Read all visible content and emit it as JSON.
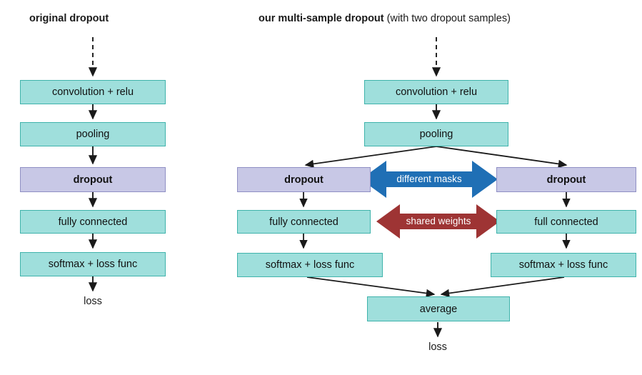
{
  "diagram": {
    "title": "Multi-sample dropout architecture comparison",
    "background_color": "#ffffff",
    "colors": {
      "teal_fill": "#9fdfdc",
      "teal_border": "#3fb3ab",
      "purple_fill": "#c8c8e6",
      "purple_border": "#8f8fc4",
      "blue_arrow": "#1f6fb5",
      "red_arrow": "#9e3434",
      "text": "#111111",
      "connector": "#1a1a1a"
    }
  },
  "left_panel": {
    "title": "original dropout",
    "nodes": [
      {
        "id": "l-conv",
        "label": "convolution + relu",
        "style": "teal"
      },
      {
        "id": "l-pool",
        "label": "pooling",
        "style": "teal"
      },
      {
        "id": "l-dropout",
        "label": "dropout",
        "style": "purple"
      },
      {
        "id": "l-fc",
        "label": "fully connected",
        "style": "teal"
      },
      {
        "id": "l-softmax",
        "label": "softmax + loss func",
        "style": "teal"
      }
    ],
    "output_label": "loss"
  },
  "right_panel": {
    "title_bold": "our multi-sample dropout",
    "title_regular": " (with two dropout samples)",
    "shared_nodes": [
      {
        "id": "r-conv",
        "label": "convolution + relu",
        "style": "teal"
      },
      {
        "id": "r-pool",
        "label": "pooling",
        "style": "teal"
      }
    ],
    "branch_left": [
      {
        "id": "rl-dropout",
        "label": "dropout",
        "style": "purple"
      },
      {
        "id": "rl-fc",
        "label": "fully connected",
        "style": "teal"
      },
      {
        "id": "rl-softmax",
        "label": "softmax + loss func",
        "style": "teal"
      }
    ],
    "branch_right": [
      {
        "id": "rr-dropout",
        "label": "dropout",
        "style": "purple"
      },
      {
        "id": "rr-fc",
        "label": "full connected",
        "style": "teal"
      },
      {
        "id": "rr-softmax",
        "label": "softmax + loss func",
        "style": "teal"
      }
    ],
    "merge_node": {
      "id": "r-average",
      "label": "average",
      "style": "teal"
    },
    "output_label": "loss",
    "annotations": [
      {
        "id": "different-masks",
        "label": "different masks",
        "color": "#1f6fb5"
      },
      {
        "id": "shared-weights",
        "label": "shared weights",
        "color": "#9e3434"
      }
    ]
  }
}
